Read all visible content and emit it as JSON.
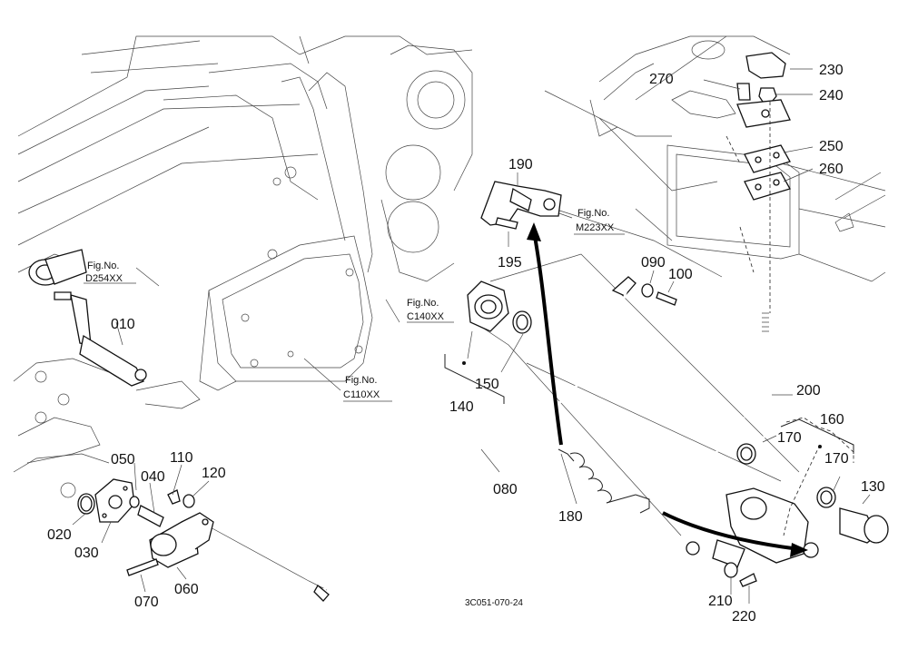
{
  "parts": [
    {
      "label": "010"
    },
    {
      "label": "020"
    },
    {
      "label": "030"
    },
    {
      "label": "040"
    },
    {
      "label": "050"
    },
    {
      "label": "060"
    },
    {
      "label": "070"
    },
    {
      "label": "080"
    },
    {
      "label": "090"
    },
    {
      "label": "100"
    },
    {
      "label": "110"
    },
    {
      "label": "120"
    },
    {
      "label": "130"
    },
    {
      "label": "140"
    },
    {
      "label": "150"
    },
    {
      "label": "160"
    },
    {
      "label": "170"
    },
    {
      "label": "170"
    },
    {
      "label": "180"
    },
    {
      "label": "190"
    },
    {
      "label": "195"
    },
    {
      "label": "200"
    },
    {
      "label": "210"
    },
    {
      "label": "220"
    },
    {
      "label": "230"
    },
    {
      "label": "240"
    },
    {
      "label": "250"
    },
    {
      "label": "260"
    },
    {
      "label": "270"
    }
  ],
  "figure_refs": [
    {
      "line1": "Fig.No.",
      "line2": "D254XX"
    },
    {
      "line1": "Fig.No.",
      "line2": "C140XX"
    },
    {
      "line1": "Fig.No.",
      "line2": "C110XX"
    },
    {
      "line1": "Fig.No.",
      "line2": "M223XX"
    }
  ],
  "diagram_code": "3C051-070-24"
}
